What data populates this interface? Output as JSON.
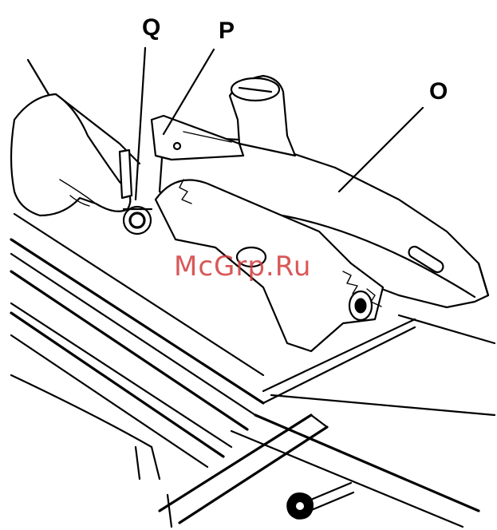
{
  "labels": {
    "q": "Q",
    "p": "P",
    "o": "O"
  },
  "watermark": {
    "text": "McGrp.Ru",
    "color": "#d23c3c"
  },
  "icons": {
    "hand": "hand-icon",
    "lock_knob": "lock-knob-icon",
    "guide_knob": "guide-knob-icon",
    "saw_blade": "saw-blade-icon"
  }
}
